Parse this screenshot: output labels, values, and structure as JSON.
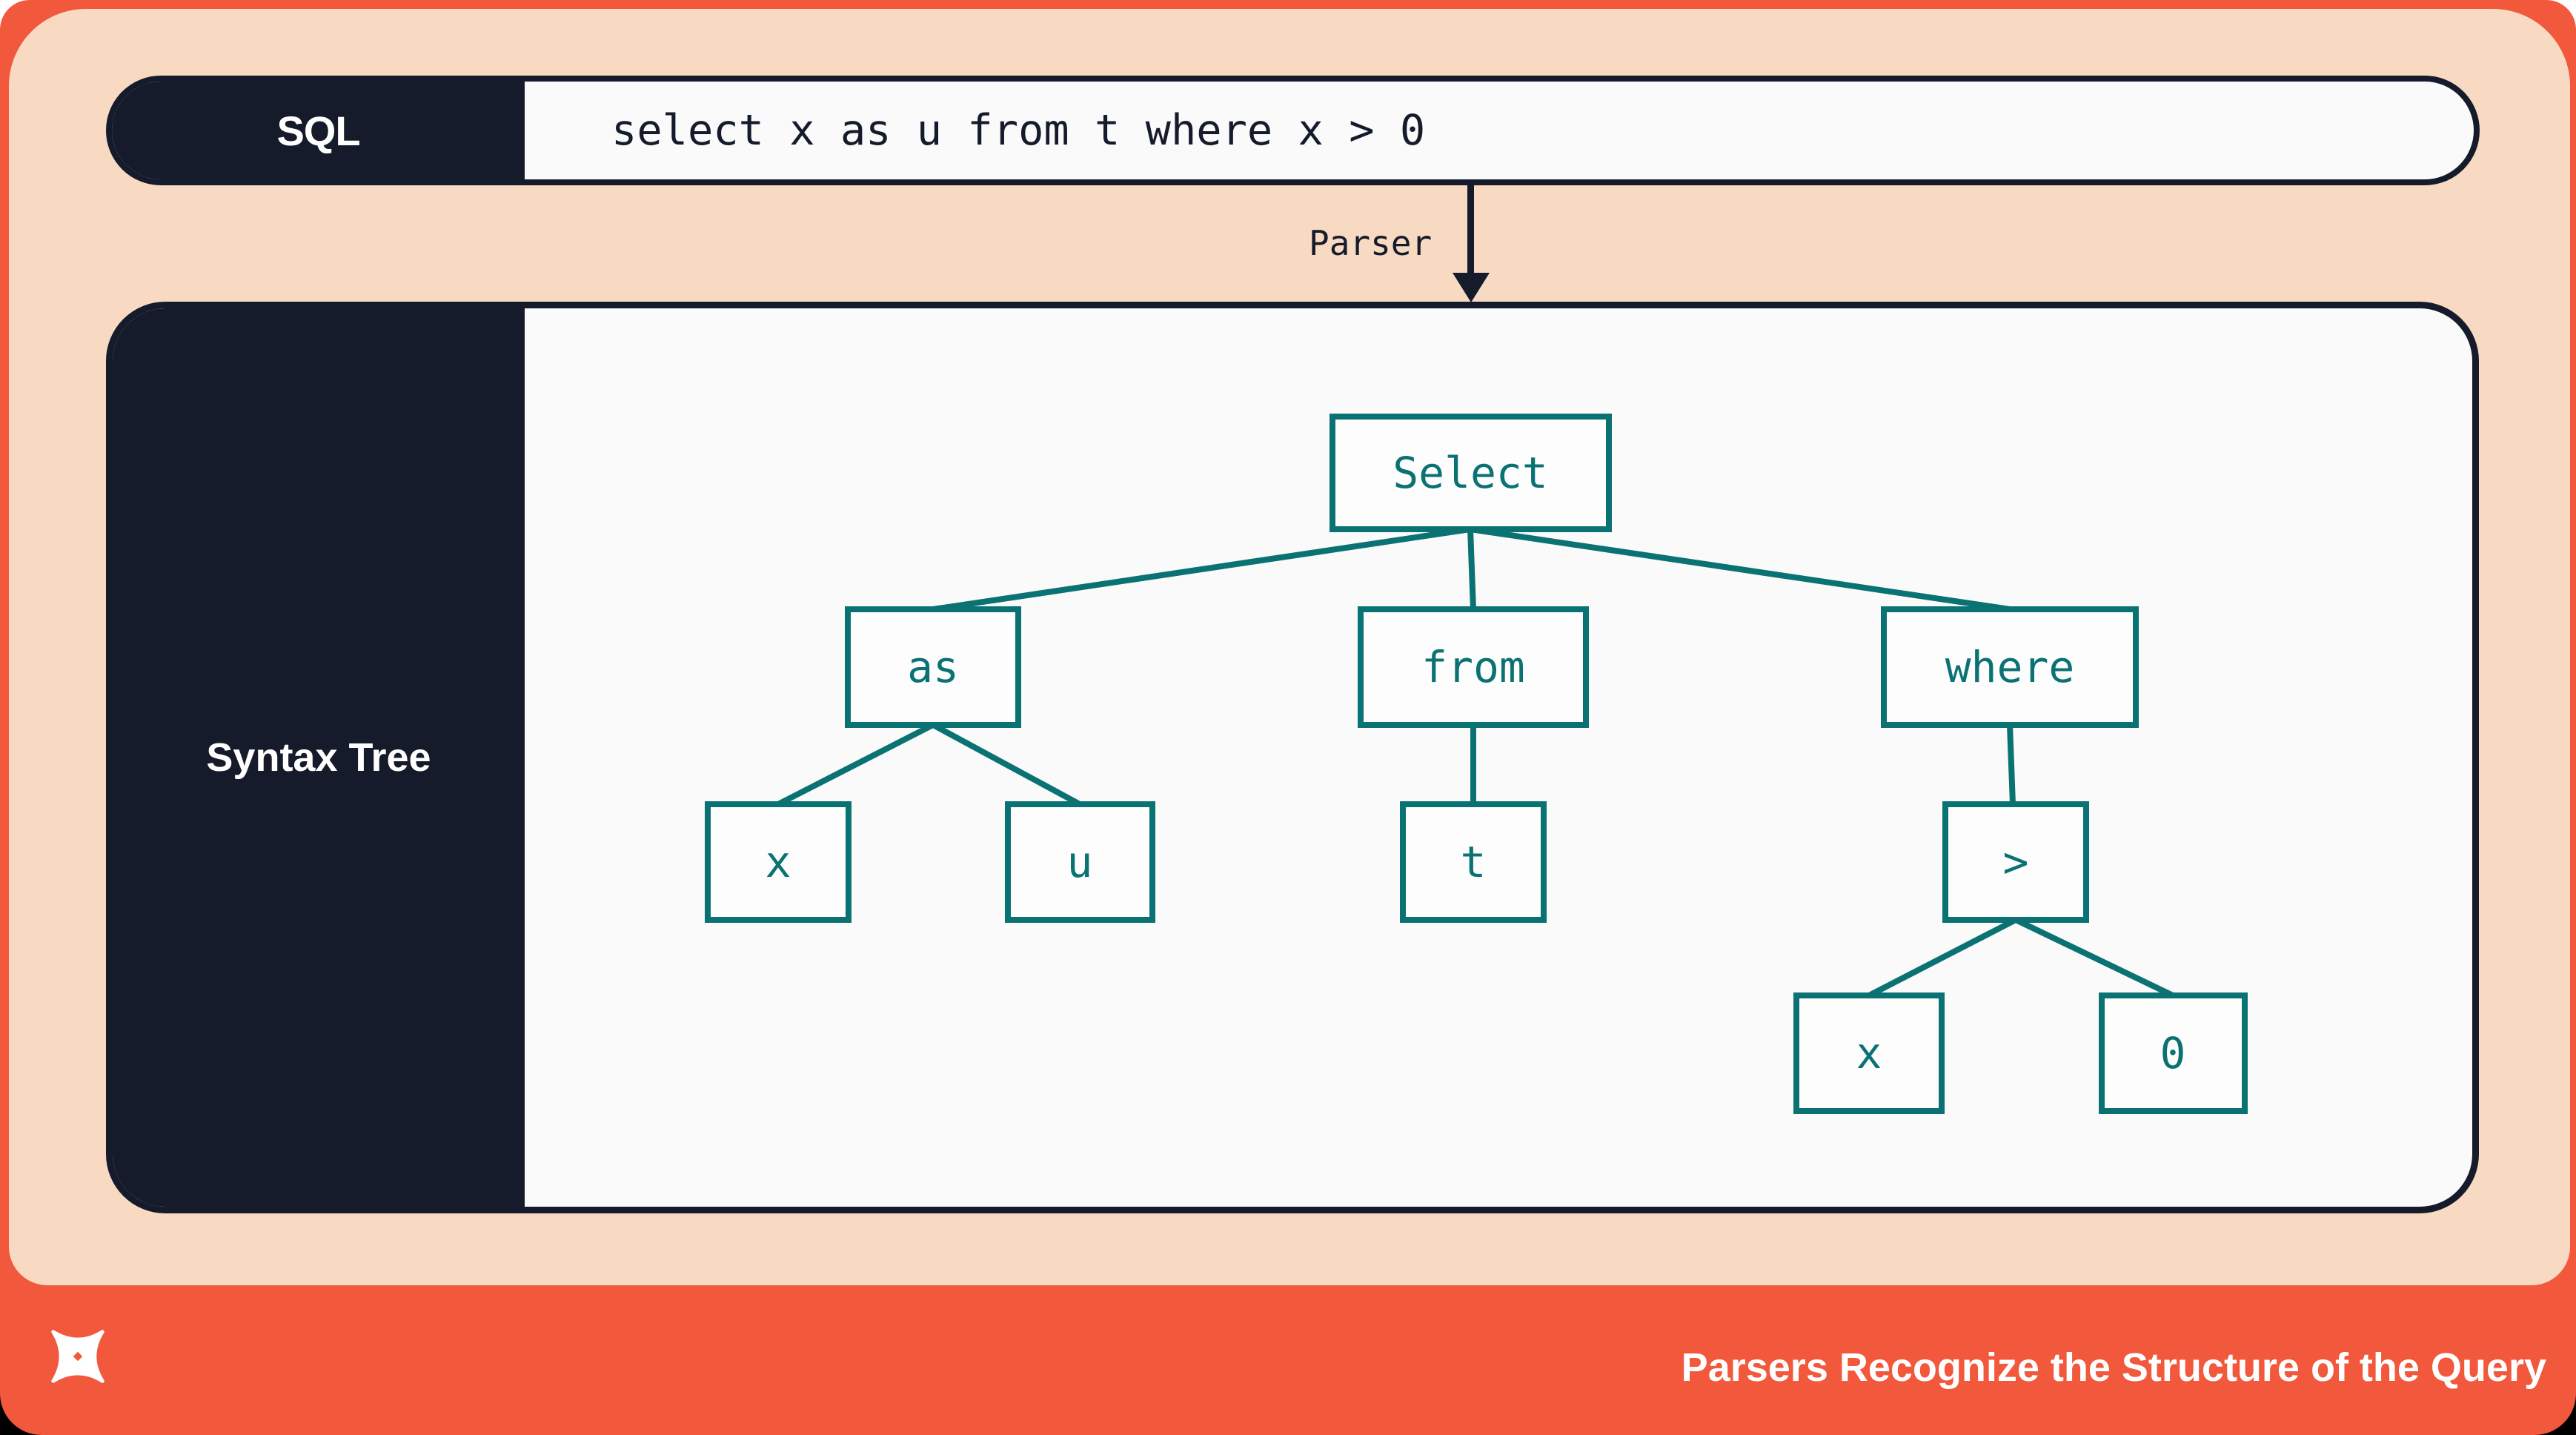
{
  "header": {
    "sql_label": "SQL",
    "sql_query": "select x as u from t where x > 0"
  },
  "parser": {
    "label": "Parser",
    "arrow_direction": "down"
  },
  "syntax_tree": {
    "panel_label": "Syntax Tree",
    "nodes": {
      "select": "Select",
      "as": "as",
      "from": "from",
      "where": "where",
      "x1": "x",
      "u": "u",
      "t": "t",
      "gt": ">",
      "x2": "x",
      "zero": "0"
    },
    "edges": [
      [
        "Select",
        "as"
      ],
      [
        "Select",
        "from"
      ],
      [
        "Select",
        "where"
      ],
      [
        "as",
        "x"
      ],
      [
        "as",
        "u"
      ],
      [
        "from",
        "t"
      ],
      [
        "where",
        ">"
      ],
      [
        ">",
        "x"
      ],
      [
        ">",
        "0"
      ]
    ]
  },
  "footer": {
    "caption": "Parsers Recognize the Structure of the Query",
    "logo": "four-point-star-logo"
  },
  "colors": {
    "orange": "#F2583C",
    "peach": "#F8DAC3",
    "navy": "#151B2A",
    "teal": "#0B7273",
    "surface": "#FAFAFB",
    "text_on_dark": "#FFFFFF"
  }
}
